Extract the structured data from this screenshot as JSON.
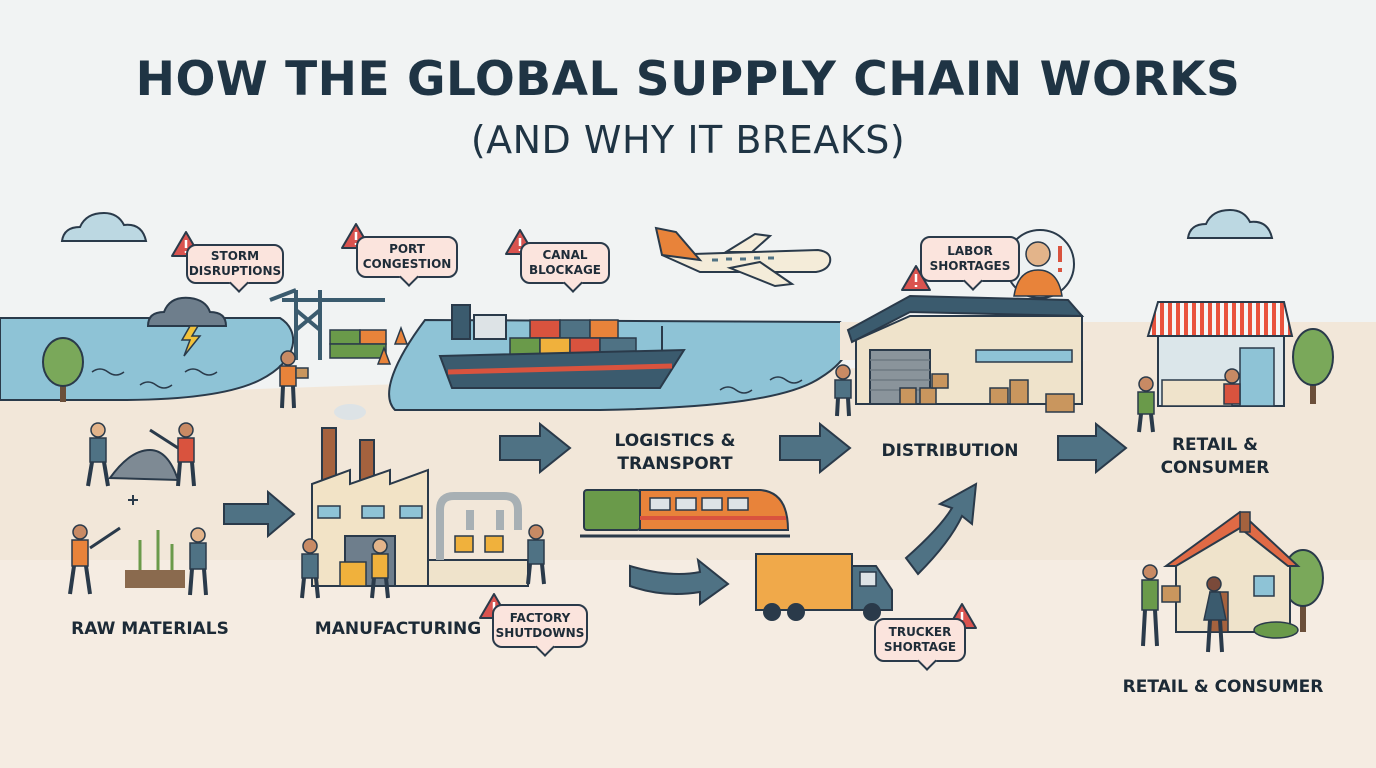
{
  "title": "HOW THE GLOBAL SUPPLY CHAIN WORKS",
  "subtitle": "(AND WHY IT BREAKS)",
  "stages": {
    "raw_materials": "RAW MATERIALS",
    "manufacturing": "MANUFACTURING",
    "logistics_line1": "LOGISTICS &",
    "logistics_line2": "TRANSPORT",
    "distribution": "DISTRIBUTION",
    "retail_line1": "RETAIL &",
    "retail_line2": "CONSUMER",
    "retail_consumer": "RETAIL & CONSUMER"
  },
  "disruptions": {
    "storm_line1": "STORM",
    "storm_line2": "DISRUPTIONS",
    "port_line1": "PORT",
    "port_line2": "CONGESTION",
    "canal_line1": "CANAL",
    "canal_line2": "BLOCKAGE",
    "labor_line1": "LABOR",
    "labor_line2": "SHORTAGES",
    "factory_line1": "FACTORY",
    "factory_line2": "SHUTDOWNS",
    "trucker_line1": "TRUCKER",
    "trucker_line2": "SHORTAGE"
  },
  "icons": [
    "warning-icon",
    "cloud-icon",
    "storm-cloud-icon",
    "tree-icon",
    "crane-icon",
    "cargo-ship-icon",
    "airplane-icon",
    "factory-icon",
    "train-icon",
    "truck-icon",
    "warehouse-icon",
    "storefront-icon",
    "house-icon",
    "worker-icon",
    "flow-arrow-icon"
  ],
  "colors": {
    "ink": "#2a3a4a",
    "water": "#8ec3d6",
    "ground": "#f3e9dc",
    "arrow": "#4f7284",
    "warning": "#d9534f",
    "bubble": "#fbe4dd",
    "accent_orange": "#e8833a",
    "accent_green": "#6a9a4a"
  }
}
